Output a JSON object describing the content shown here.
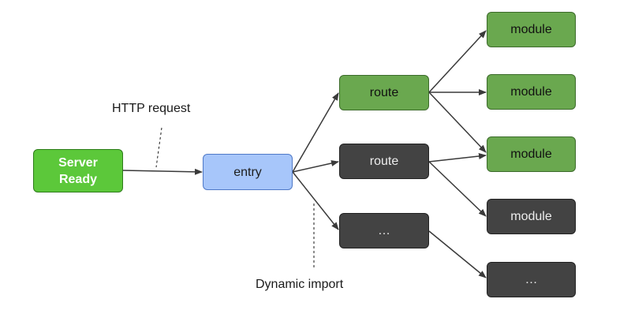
{
  "labels": {
    "http_request": "HTTP request",
    "dynamic_import": "Dynamic import"
  },
  "nodes": {
    "server": "Server\nReady",
    "entry": "entry",
    "routes": [
      "route",
      "route",
      "…"
    ],
    "modules": [
      "module",
      "module",
      "module",
      "module",
      "…"
    ]
  },
  "colors": {
    "server_fill": "#5cc83a",
    "entry_fill": "#a7c6fa",
    "loaded_fill": "#6aa84f",
    "pending_fill": "#434343",
    "arrow": "#3a3a3a"
  }
}
